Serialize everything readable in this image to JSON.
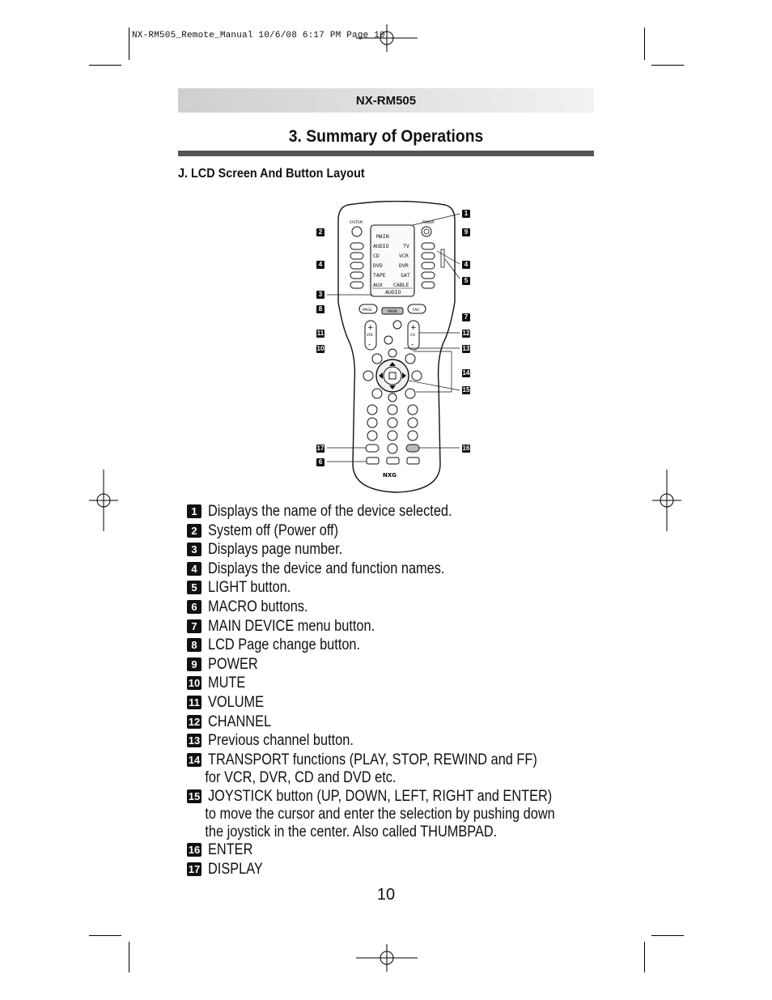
{
  "slug_line": "NX-RM505_Remote_Manual  10/6/08  6:17 PM  Page 10",
  "header": {
    "model": "NX-RM505"
  },
  "section_title": "3. Summary of Operations",
  "subsection_title": "J. LCD Screen And Button Layout",
  "remote": {
    "lcd_lines": [
      [
        "MAIN",
        ""
      ],
      [
        "AUDIO",
        "TV"
      ],
      [
        "CD",
        "VCR"
      ],
      [
        "DVD",
        "DVR"
      ],
      [
        "TAPE",
        "SAT"
      ],
      [
        "AUX",
        "CABLE"
      ],
      [
        "AUDIO",
        ""
      ]
    ],
    "top_left_label": "SYSTEM",
    "top_right_label": "POWER",
    "page_button": "PAGE",
    "main_button": "MAIN",
    "fav_button": "FAV",
    "vol_label": "VOL",
    "ch_label": "CH",
    "brand": "NXG"
  },
  "callouts": [
    "1",
    "2",
    "3",
    "4",
    "5",
    "6",
    "7",
    "8",
    "9",
    "10",
    "11",
    "12",
    "13",
    "14",
    "15",
    "16",
    "17"
  ],
  "legend": [
    {
      "num": "1",
      "text": "Displays the name of the device selected."
    },
    {
      "num": "2",
      "text": "System off (Power off)"
    },
    {
      "num": "3",
      "text": "Displays page number."
    },
    {
      "num": "4",
      "text": "Displays the device and function names."
    },
    {
      "num": "5",
      "text": "LIGHT button."
    },
    {
      "num": "6",
      "text": "MACRO buttons."
    },
    {
      "num": "7",
      "text": "MAIN DEVICE menu button."
    },
    {
      "num": "8",
      "text": "LCD Page change button."
    },
    {
      "num": "9",
      "text": "POWER"
    },
    {
      "num": "10",
      "text": "MUTE"
    },
    {
      "num": "11",
      "text": "VOLUME"
    },
    {
      "num": "12",
      "text": "CHANNEL"
    },
    {
      "num": "13",
      "text": "Previous channel button."
    },
    {
      "num": "14",
      "text": "TRANSPORT functions (PLAY, STOP, REWIND and FF)",
      "cont": [
        "for VCR, DVR, CD and DVD etc."
      ]
    },
    {
      "num": "15",
      "text": "JOYSTICK button (UP, DOWN, LEFT, RIGHT and ENTER)",
      "cont": [
        "to move the cursor and enter the selection by pushing down",
        "the joystick in the center. Also called THUMBPAD."
      ]
    },
    {
      "num": "16",
      "text": "ENTER"
    },
    {
      "num": "17",
      "text": "DISPLAY"
    }
  ],
  "page_number": "10"
}
